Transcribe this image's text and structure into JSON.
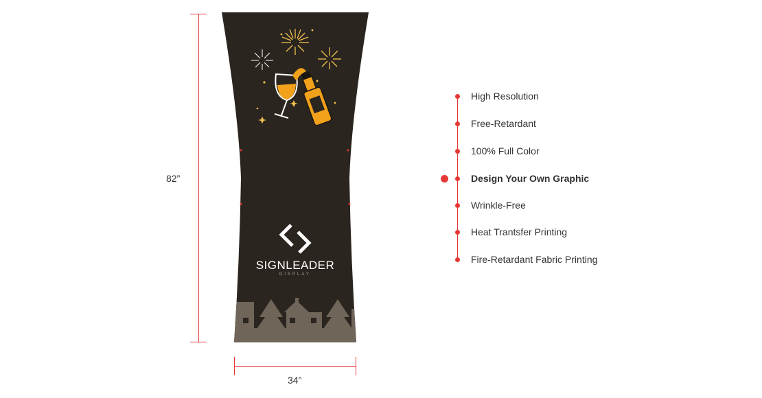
{
  "dimensions": {
    "height_label": "82”",
    "width_label": "34”"
  },
  "banner": {
    "brand_name": "SIGNLEADER",
    "brand_sub": "DISPLAY",
    "colors": {
      "panel": "#2b2520",
      "accent": "#f2a11a",
      "ground": "#6f6559",
      "firework": "#f2c14e"
    },
    "icons": [
      "firework-icon",
      "wine-glass-icon",
      "bottle-icon",
      "signleader-logo-icon",
      "pine-tree-icon",
      "house-icon"
    ]
  },
  "features": {
    "items": [
      {
        "label": "High Resolution"
      },
      {
        "label": "Free-Retardant"
      },
      {
        "label": "100% Full Color"
      },
      {
        "label": "Design Your Own Graphic",
        "active": true
      },
      {
        "label": "Wrinkle-Free"
      },
      {
        "label": "Heat Trantsfer Printing"
      },
      {
        "label": "Fire-Retardant Fabric Printing"
      }
    ]
  }
}
